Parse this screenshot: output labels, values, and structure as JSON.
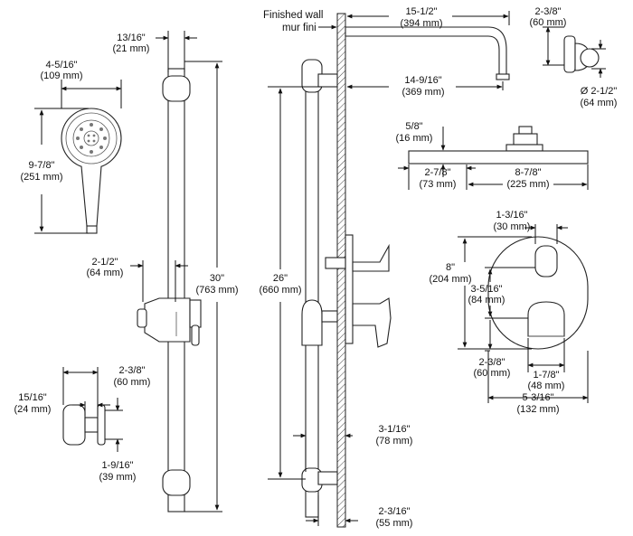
{
  "wall_label": {
    "line1": "Finished wall",
    "line2": "mur fini"
  },
  "dimensions": {
    "bar_top_width": {
      "imperial": "13/16\"",
      "metric": "(21 mm)"
    },
    "handshower_width": {
      "imperial": "4-5/16\"",
      "metric": "(109 mm)"
    },
    "handshower_length": {
      "imperial": "9-7/8\"",
      "metric": "(251 mm)"
    },
    "holder_depth": {
      "imperial": "2-1/2\"",
      "metric": "(64 mm)"
    },
    "bar_length": {
      "imperial": "30\"",
      "metric": "(763 mm)"
    },
    "elbow_width": {
      "imperial": "2-3/8\"",
      "metric": "(60 mm)"
    },
    "elbow_depth": {
      "imperial": "15/16\"",
      "metric": "(24 mm)"
    },
    "elbow_height": {
      "imperial": "1-9/16\"",
      "metric": "(39 mm)"
    },
    "arm_length": {
      "imperial": "15-1/2\"",
      "metric": "(394 mm)"
    },
    "arm_projection": {
      "imperial": "14-9/16\"",
      "metric": "(369 mm)"
    },
    "bar_height": {
      "imperial": "26\"",
      "metric": "(660 mm)"
    },
    "bar_bracket_depth": {
      "imperial": "3-1/16\"",
      "metric": "(78 mm)"
    },
    "bar_bottom_width": {
      "imperial": "2-3/16\"",
      "metric": "(55 mm)"
    },
    "flange_width": {
      "imperial": "2-3/8\"",
      "metric": "(60 mm)"
    },
    "flange_diameter": {
      "imperial": "Ø 2-1/2\"",
      "metric": "(64 mm)"
    },
    "head_thickness": {
      "imperial": "5/8\"",
      "metric": "(16 mm)"
    },
    "head_offset": {
      "imperial": "2-7/8\"",
      "metric": "(73 mm)"
    },
    "head_diameter": {
      "imperial": "8-7/8\"",
      "metric": "(225 mm)"
    },
    "lever_width": {
      "imperial": "1-3/16\"",
      "metric": "(30 mm)"
    },
    "plate_height": {
      "imperial": "8\"",
      "metric": "(204 mm)"
    },
    "lever_spacing": {
      "imperial": "3-5/16\"",
      "metric": "(84 mm)"
    },
    "lower_offset": {
      "imperial": "2-3/8\"",
      "metric": "(60 mm)"
    },
    "handle_width": {
      "imperial": "1-7/8\"",
      "metric": "(48 mm)"
    },
    "plate_width": {
      "imperial": "5-3/16\"",
      "metric": "(132 mm)"
    }
  }
}
